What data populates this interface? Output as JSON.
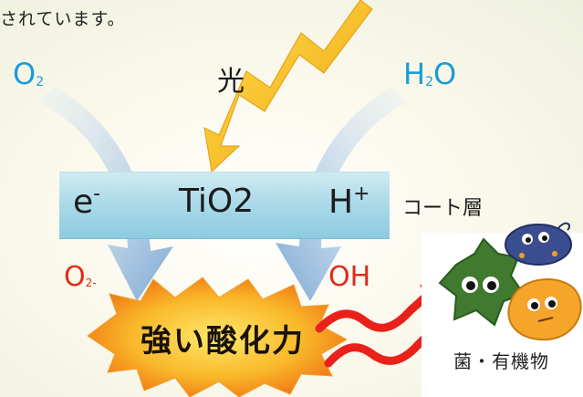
{
  "top_text": "されています。",
  "molecules": {
    "o2": {
      "base": "O",
      "sub": "2"
    },
    "h2o": {
      "a": "H",
      "sub": "2",
      "b": "O"
    },
    "o2_minus": {
      "base": "O",
      "sub": "2-"
    },
    "oh": "OH"
  },
  "light_label": "光",
  "coating": {
    "electron": "e",
    "electron_sup": "-",
    "catalyst": "TiO2",
    "proton": "H",
    "proton_sup": "+",
    "layer_label": "コート層"
  },
  "burst_label": "強い酸化力",
  "target_label": "菌・有機物",
  "colors": {
    "molecule_blue": "#1b9bd6",
    "radical_red": "#e02a1a",
    "light_yellow": "#f7b81c",
    "burst_orange": "#f07a12",
    "coating_blue": "#a9d9e8"
  }
}
